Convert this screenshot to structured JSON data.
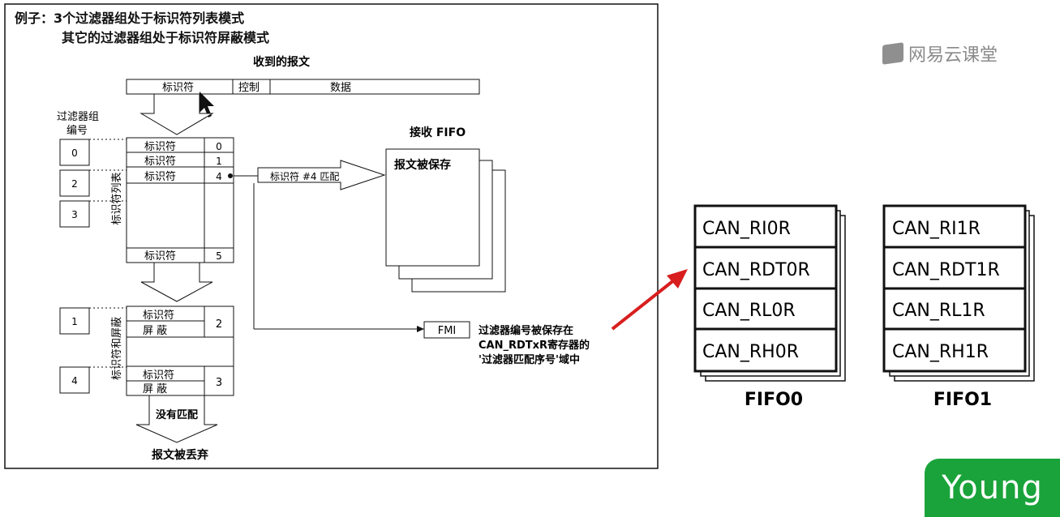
{
  "diagram": {
    "title_line1": "例子：3个过滤器组处于标识符列表模式",
    "title_line2": "其它的过滤器组处于标识符屏蔽模式",
    "received_message": "收到的报文",
    "msg_fields": [
      "标识符",
      "控制",
      "数据"
    ],
    "filter_bank_label": [
      "过滤器组",
      "编号"
    ],
    "bank_numbers_top": [
      "0",
      "2",
      "3"
    ],
    "list_rows": [
      {
        "label": "标识符",
        "index": "0"
      },
      {
        "label": "标识符",
        "index": "1"
      },
      {
        "label": "标识符",
        "index": "4"
      },
      {
        "label": "标识符",
        "index": "5"
      }
    ],
    "list_mode_label": "标识符列表",
    "match_arrow_label": "标识符 #4 匹配",
    "fifo_title": "接收 FIFO",
    "fifo_saved": "报文被保存",
    "mask_mode_label": "标识符和屏蔽",
    "bank_numbers_bottom": [
      "1",
      "4"
    ],
    "mask_groups": [
      {
        "id_label": "标识符",
        "mask_label": "屏 蔽",
        "index": "2"
      },
      {
        "id_label": "标识符",
        "mask_label": "屏 蔽",
        "index": "3"
      }
    ],
    "no_match": "没有匹配",
    "discarded": "报文被丢弃",
    "fmi_box": "FMI",
    "fmi_note": [
      "过滤器编号被保存在",
      "CAN_RDTxR寄存器的",
      "'过滤器匹配序号'域中"
    ]
  },
  "fifos": [
    {
      "name": "FIFO0",
      "registers": [
        "CAN_RI0R",
        "CAN_RDT0R",
        "CAN_RL0R",
        "CAN_RH0R"
      ]
    },
    {
      "name": "FIFO1",
      "registers": [
        "CAN_RI1R",
        "CAN_RDT1R",
        "CAN_RL1R",
        "CAN_RH1R"
      ]
    }
  ],
  "logo": {
    "icon": "netease-cloud-classroom-icon",
    "text": "网易云课堂"
  },
  "badge": {
    "text": "Young"
  },
  "colors": {
    "arrow": "#d81e1e",
    "badge": "#1aa33a",
    "logo": "#8a8a8a"
  }
}
